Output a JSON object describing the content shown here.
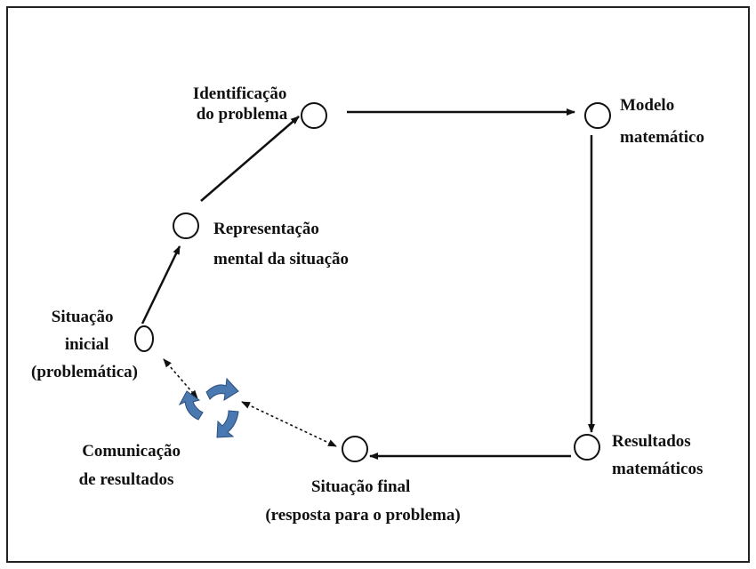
{
  "nodes": {
    "identificacao": [
      "Identificação",
      "do problema"
    ],
    "modelo": [
      "Modelo",
      "matemático"
    ],
    "representacao": [
      "Representação",
      "mental da situação"
    ],
    "situacao_inicial": [
      "Situação",
      "inicial",
      "(problemática)"
    ],
    "resultados": [
      "Resultados",
      "matemáticos"
    ],
    "situacao_final": [
      "Situação final",
      "(resposta para o problema)"
    ],
    "comunicacao": [
      "Comunicação",
      "de resultados"
    ]
  },
  "colors": {
    "cycle_icon": "#4a78b0",
    "stroke": "#111111"
  },
  "icons": {
    "comunicacao": "cycle-arrows-icon"
  }
}
